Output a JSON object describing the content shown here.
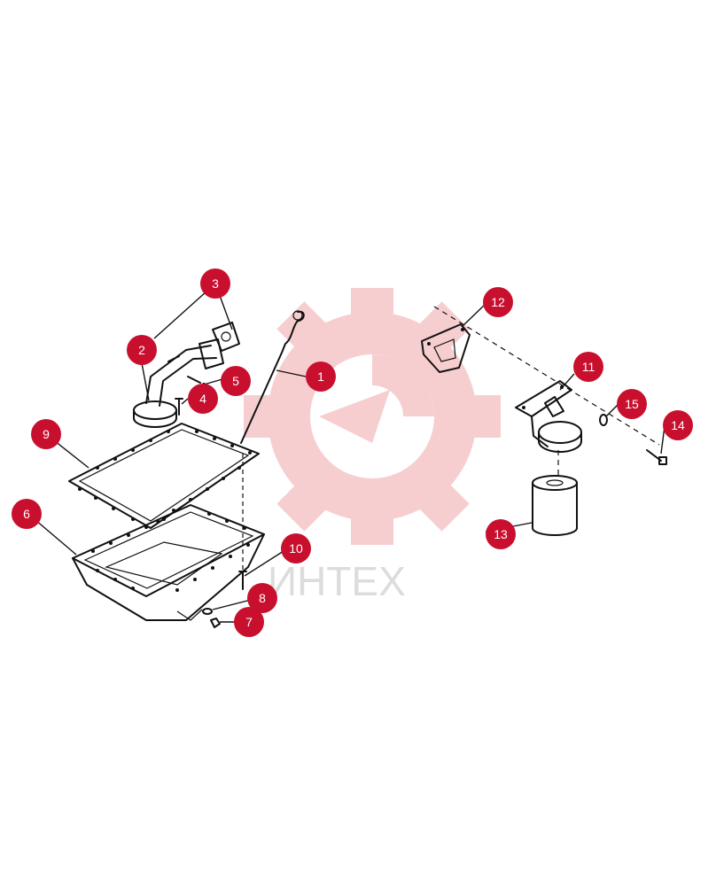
{
  "watermark": {
    "text": "ИНТЕХ",
    "color": "#f7c9cc"
  },
  "callout_color": "#c8102e",
  "callouts": [
    {
      "number": "1",
      "part": "dipstick"
    },
    {
      "number": "2",
      "part": "oil-suction-pipe"
    },
    {
      "number": "3",
      "part": "pipe-flange-gasket"
    },
    {
      "number": "4",
      "part": "strainer-bolt"
    },
    {
      "number": "5",
      "part": "flange-bolt"
    },
    {
      "number": "6",
      "part": "oil-pan"
    },
    {
      "number": "7",
      "part": "drain-plug"
    },
    {
      "number": "8",
      "part": "drain-plug-washer"
    },
    {
      "number": "9",
      "part": "oil-pan-gasket"
    },
    {
      "number": "10",
      "part": "pan-bolt"
    },
    {
      "number": "11",
      "part": "oil-filter-head"
    },
    {
      "number": "12",
      "part": "filter-head-gasket"
    },
    {
      "number": "13",
      "part": "oil-filter"
    },
    {
      "number": "14",
      "part": "filter-head-bolt"
    },
    {
      "number": "15",
      "part": "washer"
    }
  ]
}
